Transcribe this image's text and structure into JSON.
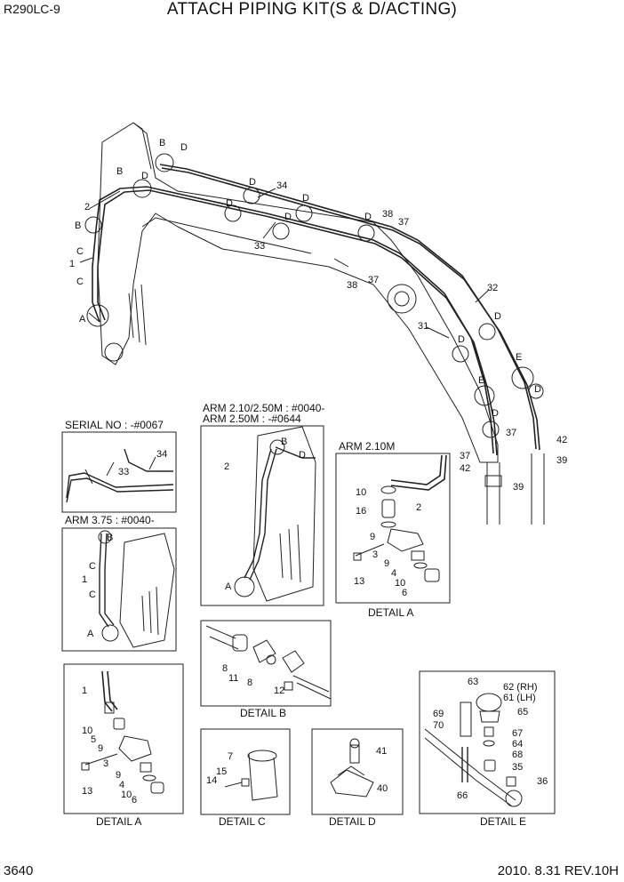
{
  "header": {
    "model": "R290LC-9",
    "title": "ATTACH PIPING KIT(S & D/ACTING)"
  },
  "footer": {
    "page": "3640",
    "date_rev": "2010. 8.31  REV.10H"
  },
  "inset_captions": {
    "serial_no": "SERIAL NO : -#0067",
    "arm_375": "ARM 3.75 : #0040-",
    "arm_210_250_a": "ARM 2.10/2.50M : #0040-",
    "arm_250_b": "ARM 2.50M : -#0644",
    "arm_210": "ARM 2.10M"
  },
  "detail_titles": {
    "a_mid": "DETAIL  A",
    "a_bottom": "DETAIL  A",
    "b": "DETAIL  B",
    "c": "DETAIL  C",
    "d": "DETAIL  D",
    "e": "DETAIL  E"
  },
  "labels": {
    "main": {
      "b1": "B",
      "d1": "D",
      "b2": "B",
      "d2": "D",
      "n2": "2",
      "b3": "B",
      "c1": "C",
      "n1": "1",
      "c2": "C",
      "a1": "A",
      "d3": "D",
      "n34": "34",
      "d4": "D",
      "d5": "D",
      "d6": "D",
      "n33": "33",
      "n38a": "38",
      "n37a": "37",
      "d7": "D",
      "n38b": "38",
      "n37b": "37",
      "n32": "32",
      "n31": "31",
      "d8": "D",
      "d9": "D",
      "e1": "E",
      "e2": "E",
      "d10": "D",
      "d11": "D",
      "n37c": "37",
      "n42a": "42",
      "n37d": "37",
      "n42b": "42",
      "n39a": "39",
      "n39b": "39"
    },
    "serial": {
      "n33": "33",
      "n34": "34"
    },
    "arm375": {
      "b": "B",
      "c1": "C",
      "n1": "1",
      "c2": "C",
      "a": "A"
    },
    "arm210_250": {
      "b": "B",
      "d": "D",
      "n2": "2",
      "a": "A"
    },
    "arm210": {
      "n10a": "10",
      "n16": "16",
      "n2": "2",
      "n9a": "9",
      "n3": "3",
      "n13": "13",
      "n9b": "9",
      "n4": "4",
      "n10b": "10",
      "n6": "6"
    },
    "detail_b": {
      "n8a": "8",
      "n11": "11",
      "n8b": "8",
      "n12": "12"
    },
    "detail_a": {
      "n1": "1",
      "n10a": "10",
      "n5": "5",
      "n9a": "9",
      "n3": "3",
      "n13": "13",
      "n9b": "9",
      "n4": "4",
      "n10b": "10",
      "n6": "6"
    },
    "detail_c": {
      "n7": "7",
      "n15": "15",
      "n14": "14"
    },
    "detail_d": {
      "n41": "41",
      "n40": "40"
    },
    "detail_e": {
      "n63": "63",
      "n62": "62 (RH)",
      "n61": "61 (LH)",
      "n65": "65",
      "n69": "69",
      "n70": "70",
      "n67": "67",
      "n64": "64",
      "n68": "68",
      "n35": "35",
      "n36": "36",
      "n66": "66"
    }
  }
}
